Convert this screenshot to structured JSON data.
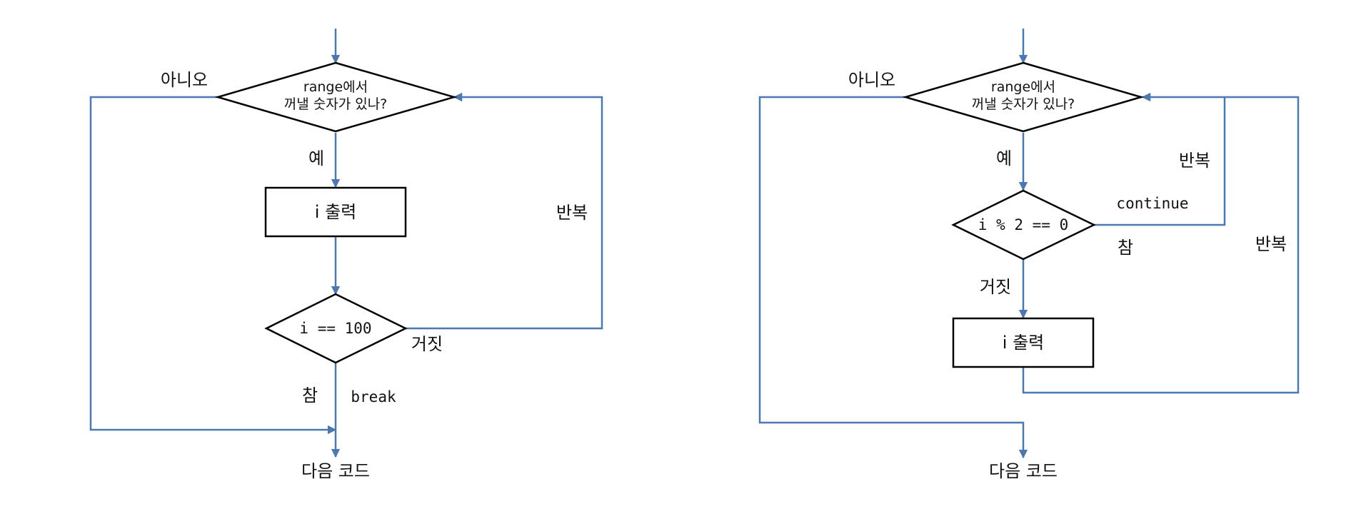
{
  "colors": {
    "flow_line": "#4a78b0",
    "shape_stroke": "#000000",
    "text": "#111111"
  },
  "left_flowchart": {
    "condition_line1": "range에서",
    "condition_line2": "꺼낼 숫자가 있나?",
    "no_label": "아니오",
    "yes_label": "예",
    "process_label": "i 출력",
    "check_label": "i == 100",
    "false_label": "거짓",
    "true_label": "참",
    "break_label": "break",
    "repeat_label": "반복",
    "next_label": "다음 코드"
  },
  "right_flowchart": {
    "condition_line1": "range에서",
    "condition_line2": "꺼낼 숫자가 있나?",
    "no_label": "아니오",
    "yes_label": "예",
    "check_label": "i % 2 == 0",
    "continue_label": "continue",
    "true_label": "참",
    "false_label": "거짓",
    "repeat_inner_label": "반복",
    "repeat_outer_label": "반복",
    "process_label": "i 출력",
    "next_label": "다음 코드"
  }
}
